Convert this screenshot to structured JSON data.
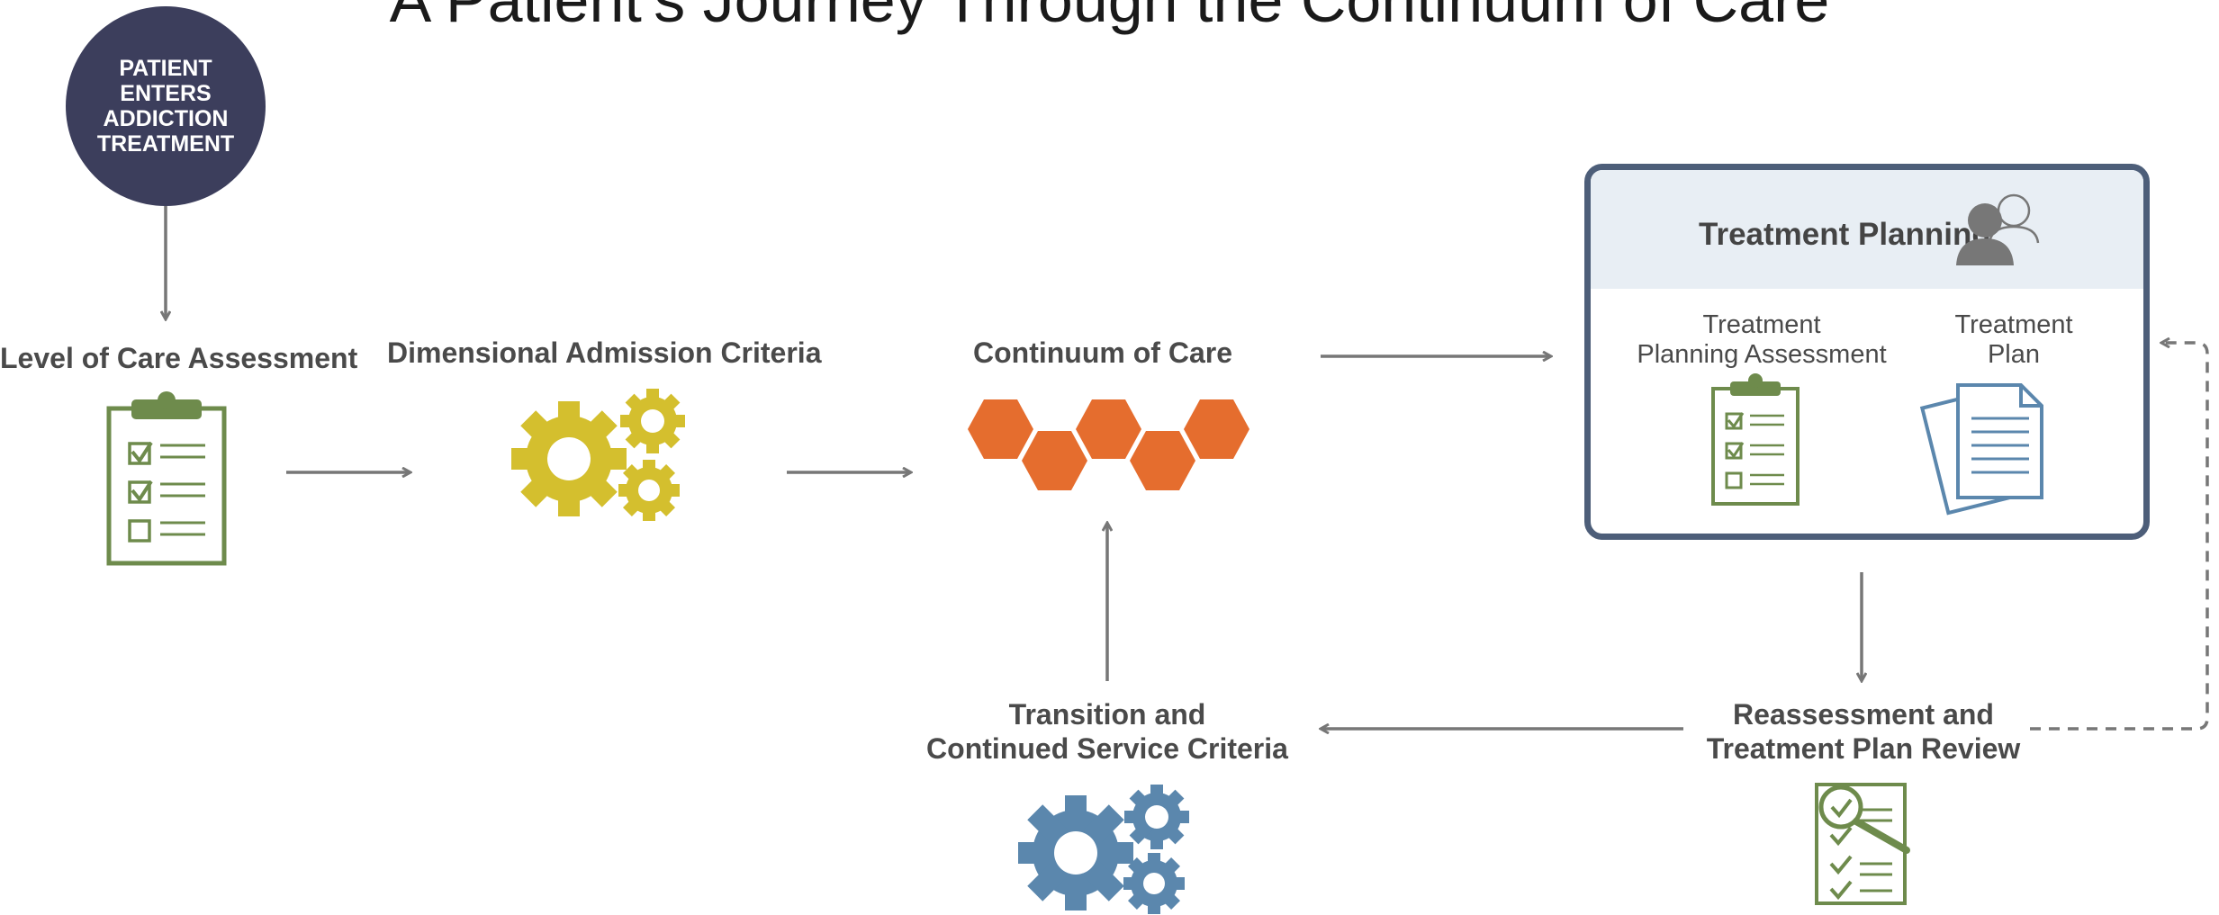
{
  "title": "A Patient's Journey Through the Continuum of Care",
  "start": {
    "lines": [
      "PATIENT",
      "ENTERS",
      "ADDICTION",
      "TREATMENT"
    ]
  },
  "steps": {
    "assessment": "Level of Care Assessment",
    "dimensional": "Dimensional Admission Criteria",
    "continuum": "Continuum of Care",
    "transition": [
      "Transition and",
      "Continued Service Criteria"
    ],
    "reassessment": [
      "Reassessment and",
      "Treatment Plan Review"
    ]
  },
  "treatment_planning": {
    "title": "Treatment Planning",
    "assessment": [
      "Treatment",
      "Planning Assessment"
    ],
    "plan": [
      "Treatment",
      "Plan"
    ]
  },
  "colors": {
    "navy": "#3c3e5c",
    "green": "#6e8b4c",
    "gold": "#d4bf2e",
    "orange": "#e56d2e",
    "blue": "#5b87ad",
    "arrow": "#777777",
    "box_border": "#4d5e79",
    "box_header": "#e8eef4"
  }
}
